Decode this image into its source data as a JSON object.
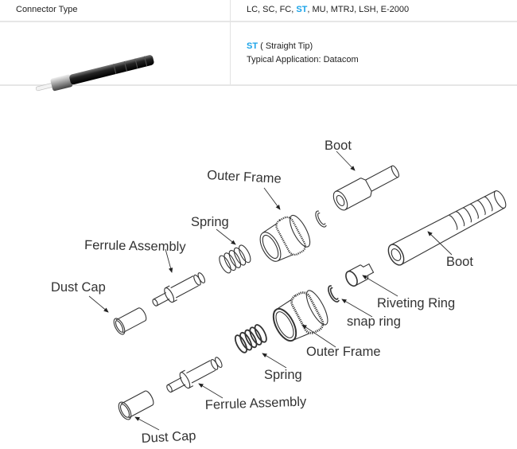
{
  "table": {
    "rows": [
      {
        "label": "Connector Type",
        "value_parts": [
          {
            "text": "LC, SC, FC, ",
            "highlight": false
          },
          {
            "text": "ST",
            "highlight": true
          },
          {
            "text": ", MU, MTRJ, LSH, E-2000",
            "highlight": false
          }
        ]
      },
      {
        "image": "st-connector-photo",
        "title_highlight": "ST",
        "title_rest": " ( Straight Tip)",
        "application": "Typical Application: Datacom"
      }
    ],
    "highlight_color": "#1aa3e8"
  },
  "diagram": {
    "labels": {
      "boot_top": "Boot",
      "outer_frame_top": "Outer Frame",
      "spring_top": "Spring",
      "ferrule_top": "Ferrule Assembly",
      "dust_cap_top": "Dust Cap",
      "boot_bottom": "Boot",
      "riveting_ring": "Riveting Ring",
      "snap_ring": "snap ring",
      "outer_frame_bottom": "Outer Frame",
      "spring_bottom": "Spring",
      "ferrule_bottom": "Ferrule Assembly",
      "dust_cap_bottom": "Dust Cap"
    }
  }
}
